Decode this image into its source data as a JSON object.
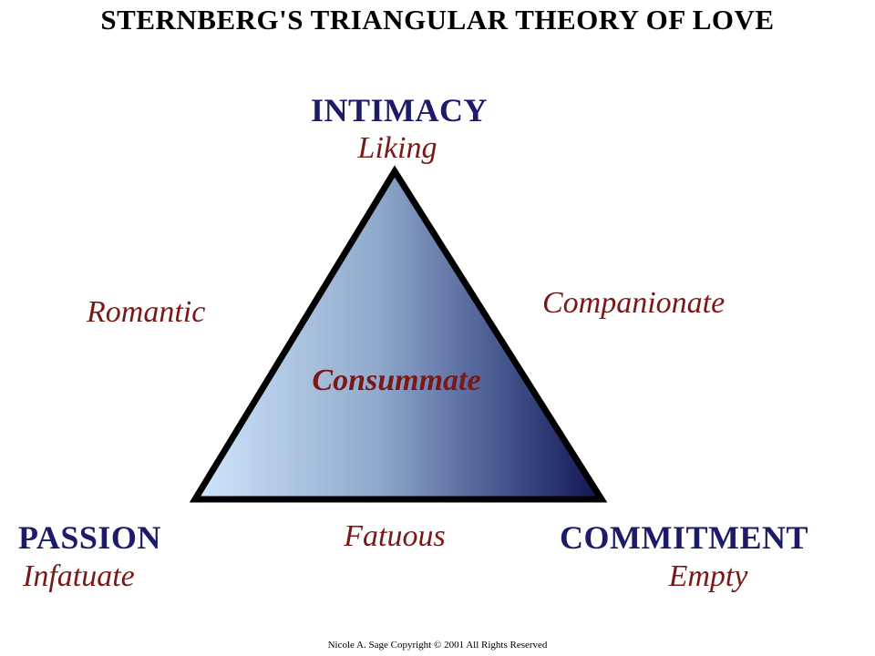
{
  "title": "STERNBERG'S TRIANGULAR THEORY OF LOVE",
  "vertices": {
    "top": {
      "label": "INTIMACY",
      "sublabel": "Liking"
    },
    "bottom_left": {
      "label": "PASSION",
      "sublabel": "Infatuate"
    },
    "bottom_right": {
      "label": "COMMITMENT",
      "sublabel": "Empty"
    }
  },
  "edges": {
    "left": "Romantic",
    "right": "Companionate",
    "bottom": "Fatuous"
  },
  "center": "Consummate",
  "footer": "Nicole A. Sage Copyright © 2001 All Rights Reserved",
  "colors": {
    "vertex_label": "#1b1b6a",
    "love_type": "#7a1818",
    "gradient_light": "#cfe6fb",
    "gradient_dark": "#101550",
    "outline": "#000000"
  }
}
